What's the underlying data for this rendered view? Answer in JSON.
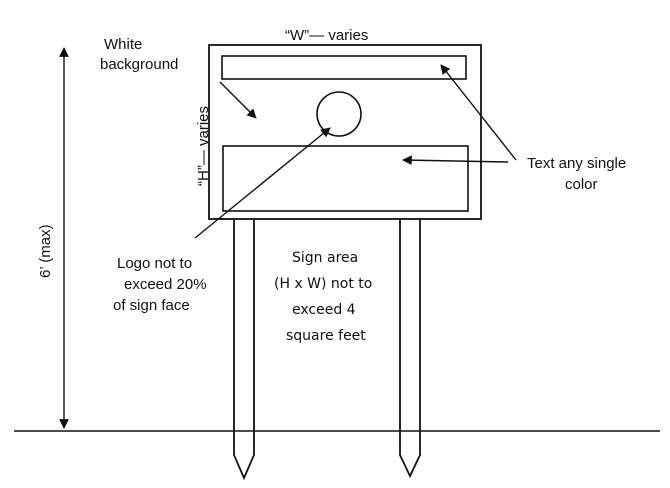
{
  "labels": {
    "width_label": "“W”— varies",
    "height_label": "“H”— varies",
    "height_limit": "6’ (max)",
    "white_background": [
      "White",
      "background"
    ],
    "text_color": [
      "Text any single",
      "color"
    ],
    "logo_note": [
      "Logo not to",
      "exceed 20%",
      "of sign face"
    ],
    "sign_area": [
      "Sign area",
      "(H x W) not to",
      "exceed  4",
      "square feet"
    ]
  },
  "colors": {
    "line": "#111111",
    "background": "#ffffff"
  }
}
